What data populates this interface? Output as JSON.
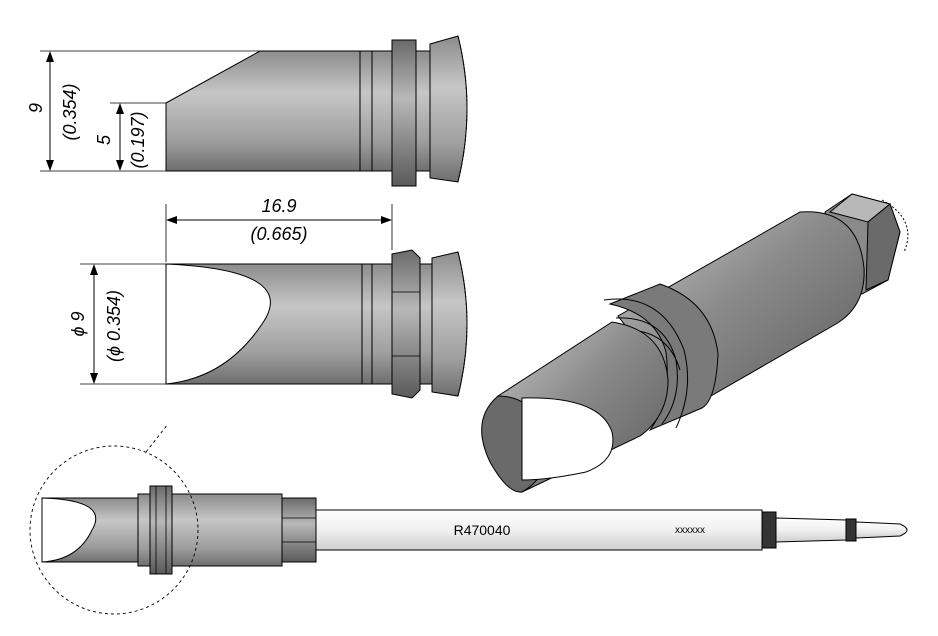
{
  "dimensions": {
    "height_total": "9",
    "height_total_in": "(0.354)",
    "height_face": "5",
    "height_face_in": "(0.197)",
    "length": "16.9",
    "length_in": "(0.665)",
    "diameter": "ϕ 9",
    "diameter_in": "(ϕ 0.354)"
  },
  "part": {
    "number": "R470040",
    "code": "xxxxxx"
  },
  "colors": {
    "body_dark": "#555555",
    "body_mid": "#9a9a9a",
    "body_light": "#d4d4d4",
    "outline": "#000000",
    "background": "#ffffff"
  }
}
